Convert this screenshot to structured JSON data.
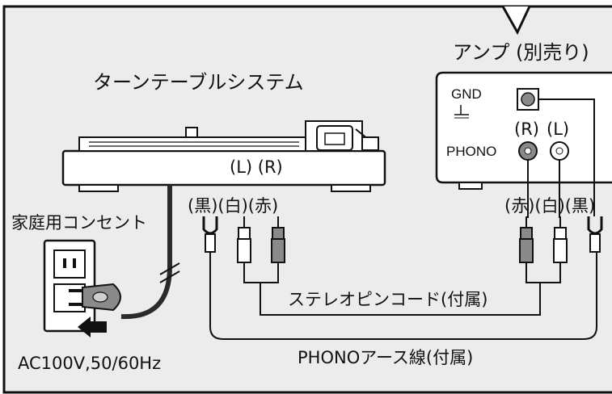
{
  "colors": {
    "background_panel": "#ececec",
    "page": "#ffffff",
    "line": "#111111",
    "plug_gray": "#8a8a8a",
    "dark_cable": "#2a2a2a"
  },
  "labels": {
    "turntable_system": "ターンテーブルシステム",
    "amp": "アンプ (別売り)",
    "gnd": "GND",
    "phono_amp": "PHONO",
    "amp_r": "(R)",
    "amp_l": "(L)",
    "turntable_lr": "(L) (R)",
    "left_plugs": "(黒)(白)(赤)",
    "right_plugs": "(赤)(白)(黒)",
    "outlet": "家庭用コンセント",
    "stereo_cord": "ステレオピンコード(付属)",
    "phono_ground": "PHONOアース線(付属)",
    "power": "AC100V,50/60Hz"
  }
}
